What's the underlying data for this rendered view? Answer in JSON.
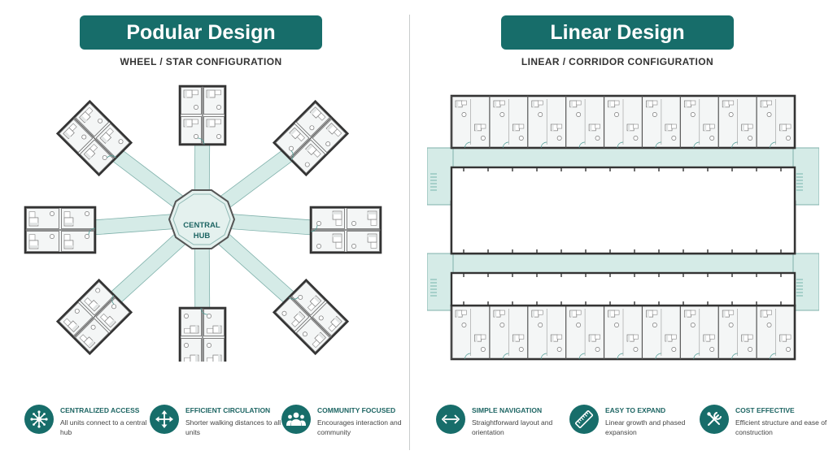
{
  "podular": {
    "title": "Podular Design",
    "subtitle": "WHEEL / STAR CONFIGURATION",
    "hub_label_line1": "CENTRAL",
    "hub_label_line2": "HUB",
    "features": [
      {
        "title": "CENTRALIZED ACCESS",
        "desc": "All units connect to a central hub",
        "icon": "hub-network-icon"
      },
      {
        "title": "EFFICIENT CIRCULATION",
        "desc": "Shorter walking distances to all units",
        "icon": "move-arrows-icon"
      },
      {
        "title": "COMMUNITY FOCUSED",
        "desc": "Encourages interaction and community",
        "icon": "people-group-icon"
      }
    ]
  },
  "linear": {
    "title": "Linear Design",
    "subtitle": "LINEAR / CORRIDOR CONFIGURATION",
    "features": [
      {
        "title": "SIMPLE NAVIGATION",
        "desc": "Straightforward layout and orientation",
        "icon": "horizontal-arrows-icon"
      },
      {
        "title": "EASY TO EXPAND",
        "desc": "Linear growth and phased expansion",
        "icon": "ruler-icon"
      },
      {
        "title": "COST EFFECTIVE",
        "desc": "Efficient structure and ease of construction",
        "icon": "tools-icon"
      }
    ]
  },
  "colors": {
    "accent": "#176d6a",
    "corridor": "#d5ebe7",
    "wall": "#333333",
    "room": "#f4f6f6"
  }
}
